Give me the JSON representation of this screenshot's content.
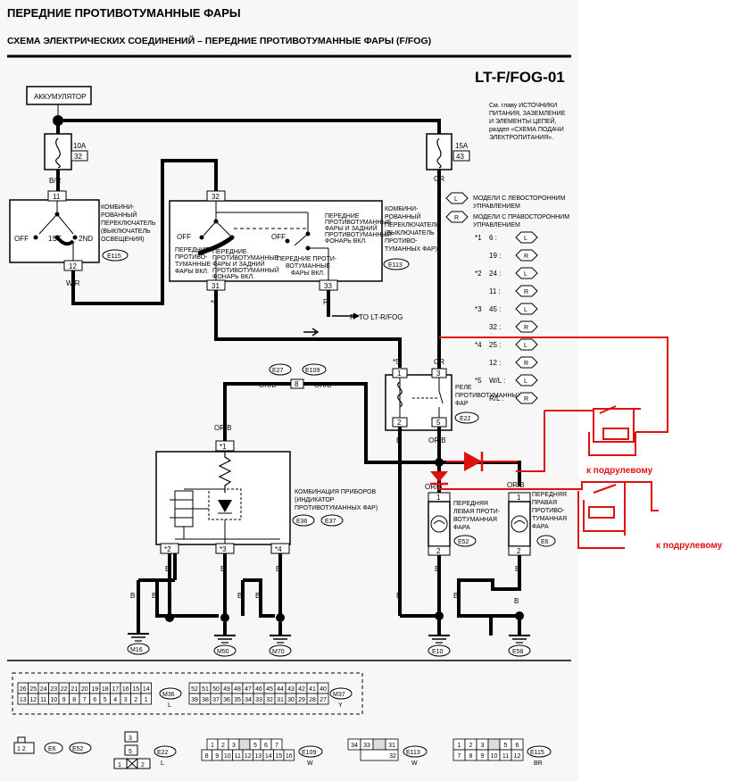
{
  "header": {
    "title": "ПЕРЕДНИЕ ПРОТИВОТУМАННЫЕ ФАРЫ",
    "subtitle": "СХЕМА ЭЛЕКТРИЧЕСКИХ СОЕДИНЕНИЙ – ПЕРЕДНИЕ ПРОТИВОТУМАННЫЕ ФАРЫ (F/FOG)",
    "code": "LT-F/FOG-01"
  },
  "note": {
    "line1": "См. главу ИСТОЧНИКИ",
    "line2": "ПИТАНИЯ, ЗАЗЕМЛЕНИЕ",
    "line3": "И ЭЛЕМЕНТЫ ЦЕПЕЙ,",
    "line4": "раздел «СХЕМА ПОДАЧИ",
    "line5": "ЭЛЕКТРОПИТАНИЯ»."
  },
  "battery": "АККУМУЛЯТОР",
  "fuse10": {
    "amps": "10A",
    "num": "32"
  },
  "fuse15": {
    "amps": "15A",
    "num": "43"
  },
  "wires": {
    "br": "B/R",
    "wr": "W/R",
    "or": "OR",
    "orb": "OR/B",
    "b": "B",
    "r": "R"
  },
  "lightswitch": {
    "l1": "КОМБИНИ-",
    "l2": "РОВАННЫЙ",
    "l3": "ПЕРЕКЛЮЧАТЕЛЬ",
    "l4": "(ВЫКЛЮЧАТЕЛЬ",
    "l5": "ОСВЕЩЕНИЯ)",
    "conn": "E115",
    "pin_top": "11",
    "pin_bot": "12",
    "off": "OFF",
    "first": "1ST",
    "second": "2ND"
  },
  "fogswitch": {
    "l1": "КОМБИНИ-",
    "l2": "РОВАННЫЙ",
    "l3": "ПЕРЕКЛЮЧАТЕЛЬ",
    "l4": "(ВЫКЛЮЧАТЕЛЬ",
    "l5": "ПРОТИВО-",
    "l6": "ТУМАННЫХ ФАР)",
    "conn": "E113",
    "pin_top": "32",
    "pin_a": "31",
    "pin_b": "33",
    "off1": "OFF",
    "off2": "OFF",
    "lbl1a": "ПЕРЕДНИЕ",
    "lbl1b": "ПРОТИВО-",
    "lbl1c": "ТУМАННЫЕ",
    "lbl1d": "ФАРЫ ВКЛ.",
    "lbl2a": "ПЕРЕДНИЕ",
    "lbl2b": "ПРОТИВОТУМАННЫЕ",
    "lbl2c": "ФАРЫ И ЗАДНИЙ",
    "lbl2d": "ПРОТИВОТУМАННЫЙ",
    "lbl2e": "ФОНАРЬ ВКЛ.",
    "lbl3a": "ПЕРЕДНИЕ",
    "lbl3b": "ПРОТИВОТУМАННЫЕ",
    "lbl3c": "ФАРЫ И ЗАДНИЙ",
    "lbl3d": "ПРОТИВОТУМАННЫЙ",
    "lbl3e": "ФОНАРЬ ВКЛ.",
    "lbl4a": "ПЕРЕДНИЕ ПРОТИ-",
    "lbl4b": "ВОТУМАННЫЕ",
    "lbl4c": "ФАРЫ ВКЛ."
  },
  "to_rear": "TO LT-R/FOG",
  "star5": "*5",
  "relay": {
    "l1": "РЕЛЕ",
    "l2": "ПРОТИВОТУМАННЫХ",
    "l3": "ФАР",
    "conn": "E22",
    "p1": "1",
    "p2": "2",
    "p3": "3",
    "p5": "5"
  },
  "joint": {
    "c1": "E27",
    "c2": "E109",
    "pin": "8"
  },
  "cluster": {
    "l1": "КОМБИНАЦИЯ ПРИБОРОВ",
    "l2": "(ИНДИКАТОР",
    "l3": "ПРОТИВОТУМАННЫХ ФАР)",
    "c1": "E36",
    "c2": "E37",
    "s1": "*1",
    "s2": "*2",
    "s3": "*3",
    "s4": "*4"
  },
  "lampL": {
    "l1": "ПЕРЕДНЯЯ",
    "l2": "ЛЕВАЯ ПРОТИ-",
    "l3": "ВОТУМАННАЯ",
    "l4": "ФАРА",
    "conn": "E52",
    "p1": "1",
    "p2": "2"
  },
  "lampR": {
    "l1": "ПЕРЕДНЯЯ",
    "l2": "ПРАВАЯ",
    "l3": "ПРОТИВО-",
    "l4": "ТУМАННАЯ",
    "l5": "ФАРА",
    "conn": "E6",
    "p1": "1",
    "p2": "2"
  },
  "grounds": {
    "m16": "M16",
    "m50": "M50",
    "m70": "M70",
    "e10": "E10",
    "e58": "E58"
  },
  "legend": {
    "lhd_sym": "L",
    "lhd1": "МОДЕЛИ С ЛЕВОСТОРОННИМ",
    "lhd2": "УПРАВЛЕНИЕМ",
    "rhd_sym": "R",
    "rhd1": "МОДЕЛИ С ПРАВОСТОРОННИМ",
    "rhd2": "УПРАВЛЕНИЕМ",
    "rows": [
      {
        "star": "*1",
        "pin": "6",
        "sym": "L"
      },
      {
        "star": "",
        "pin": "19",
        "sym": "R"
      },
      {
        "star": "*2",
        "pin": "24",
        "sym": "L"
      },
      {
        "star": "",
        "pin": "11",
        "sym": "R"
      },
      {
        "star": "*3",
        "pin": "45",
        "sym": "L"
      },
      {
        "star": "",
        "pin": "32",
        "sym": "R"
      },
      {
        "star": "*4",
        "pin": "25",
        "sym": "L"
      },
      {
        "star": "",
        "pin": "12",
        "sym": "R"
      },
      {
        "star": "*5",
        "pin": "W/L",
        "sym": "L"
      },
      {
        "star": "",
        "pin": "R/L",
        "sym": "R"
      }
    ]
  },
  "mod": {
    "label1": "к подрулевому",
    "label2": "к подрулевому"
  },
  "connectors": {
    "m36row1": [
      "26",
      "25",
      "24",
      "23",
      "22",
      "21",
      "20",
      "19",
      "18",
      "17",
      "16",
      "15",
      "14"
    ],
    "m36row2": [
      "13",
      "12",
      "11",
      "10",
      "9",
      "8",
      "7",
      "6",
      "5",
      "4",
      "3",
      "2",
      "1"
    ],
    "m36": "M36",
    "m36c": "L",
    "m37row1": [
      "52",
      "51",
      "50",
      "49",
      "48",
      "47",
      "46",
      "45",
      "44",
      "43",
      "42",
      "41",
      "40"
    ],
    "m37row2": [
      "39",
      "38",
      "37",
      "36",
      "35",
      "34",
      "33",
      "32",
      "31",
      "30",
      "29",
      "28",
      "27"
    ],
    "m37": "M37",
    "m37c": "Y",
    "e6e52": "1 2",
    "e6": "E6",
    "e52": "E52",
    "e22": "E22",
    "e22c": "L",
    "e22p3": "3",
    "e22p5": "5",
    "e22p1": "1",
    "e22p2": "2",
    "e109row1": [
      "1",
      "2",
      "3",
      "",
      "5",
      "6",
      "7"
    ],
    "e109row2": [
      "8",
      "9",
      "10",
      "11",
      "12",
      "13",
      "14",
      "15",
      "16"
    ],
    "e109": "E109",
    "e109c": "W",
    "e113row1": [
      "34",
      "33",
      "",
      "31"
    ],
    "e113row2": [
      "32"
    ],
    "e113": "E113",
    "e113c": "W",
    "e115row1": [
      "1",
      "2",
      "3",
      "",
      "5",
      "6"
    ],
    "e115row2": [
      "7",
      "8",
      "9",
      "10",
      "11",
      "12"
    ],
    "e115": "E115",
    "e115c": "BR"
  }
}
